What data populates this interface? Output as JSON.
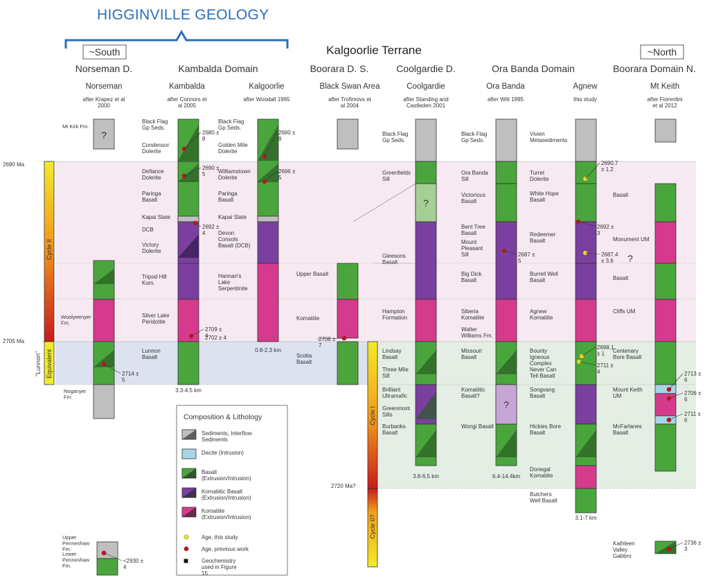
{
  "title": "HIGGINVILLE GEOLOGY",
  "terrane": "Kalgoorlie Terrane",
  "south_tag": "~South",
  "north_tag": "~North",
  "domains": [
    "Norseman D.",
    "Kambalda Domain",
    "Boorara D. S.",
    "Coolgardie D.",
    "Ora Banda Domain",
    "Boorara Domain N."
  ],
  "localities": [
    "Norseman",
    "Kambalda",
    "Kalgoorlie",
    "Black Swan Area",
    "Coolgardie",
    "Ora Banda",
    "Agnew",
    "Mt Keith"
  ],
  "sources": [
    "after Krapez et al 2000",
    "after Connors et al 2005",
    "after Woodall 1965",
    "after Trofimovs et al 2004",
    "after Standing and Castleden 2001",
    "after Witt 1995",
    "this study",
    "after Fiorentini et al 2012"
  ],
  "ages": {
    "a2690": "2690 Ma",
    "a2705": "2705 Ma",
    "a2720": "2720 Ma?"
  },
  "cycles": {
    "cycle2": "Cycle II",
    "lunnon": "\"Lunnon\"",
    "equivalent": "Equivalent",
    "cycle1": "Cycle I",
    "cycle0": "Cycle 0?"
  },
  "norseman_units": [
    "Mt Kirk Fm.",
    "Woolyeenyer Fm.",
    "Noganyer Fm.",
    "Upper Penneshaw Fm.",
    "Lower Penneshaw Fm."
  ],
  "norseman_ages": [
    "2714 ± 5",
    "<2930 ± 4"
  ],
  "kambalda_units": [
    "Black Flag Gp Seds.",
    "Condensor Dolerite",
    "Defiance Dolerite",
    "Paringa Basalt",
    "Kapai Slate",
    "DCB",
    "Victory Dolerite",
    "Tripod Hill Kom.",
    "Silver Lake Peridotite",
    "Lunnon Basalt"
  ],
  "kambalda_ages": [
    "2680 ± 8",
    "2690 ± 5",
    "2692 ± 4",
    "2709 ± 4",
    "2702 ± 4"
  ],
  "kambalda_thickness": "3.3-4.5 km",
  "kalgoorlie_units": [
    "Black Flag Gp Seds.",
    "Golden Mile Dolerite",
    "Williamstown Dolerite",
    "Paringa Basalt",
    "Kapai Slate",
    "Devon Consols Basalt (DCB)",
    "Hannan's Lake Serpentinite"
  ],
  "kalgoorlie_ages": [
    "2680 ± 9",
    "2696 ± 5"
  ],
  "kalgoorlie_thickness": "0.8-2.3 km",
  "blackswan_units": [
    "Upper Basalt",
    "Komatiite",
    "Scotia Basalt"
  ],
  "blackswan_ages": [
    "2708 ± 7"
  ],
  "coolgardie_units": [
    "Black Flag Gp Seds.",
    "Greenfields Sill",
    "Gleesons Basalt",
    "Hampton Formation",
    "Lindsay Basalt",
    "Three Mile Sill",
    "Brilliant Ultramafic",
    "Greenmont Sills",
    "Burbanks Basalt"
  ],
  "coolgardie_thickness": "3.8-6.5 km",
  "orabanda_units": [
    "Black Flag Gp Seds.",
    "Ora Banda Sill",
    "Victorious Basalt",
    "Bent Tree Basalt",
    "Mount Pleasant Sill",
    "Big Dick Basalt",
    "Siberia Komatiite",
    "Walter Williams Fm.",
    "Missouri Basalt",
    "Komatiitic Basalt?",
    "Wongi Basalt"
  ],
  "orabanda_ages": [
    "2687 ± 5"
  ],
  "orabanda_thickness": "6.4-14.4km",
  "agnew_units": [
    "Vivien Metasediments",
    "Turret Dolerite",
    "White Hope Basalt",
    "Redeemer Basalt",
    "Burrell Well Basalt",
    "Agnew Komatiite",
    "Bounty Igneous Complex",
    "Never Can Tell Basalt",
    "Songvang Basalt",
    "Hickies Bore Basalt",
    "Donegal Komatiite",
    "Butchers Well Basalt"
  ],
  "agnew_ages": [
    "2690.7 ± 1.2",
    "2692 ± 3",
    "2687.4 ± 3.6",
    "2698.1 ± 1",
    "2711 ± 4"
  ],
  "agnew_thickness": "3.1-7 km",
  "mtkeith_units": [
    "Basalt",
    "Monument UM",
    "Basalt",
    "Cliffs UM",
    "Centenary Bore Basalt",
    "Mount Keith UM",
    "McFarlanes Basalt",
    "Kathleen Valley Gabbro"
  ],
  "mtkeith_ages": [
    "2713 ± 6",
    "2706 ± 6",
    "2711 ± 6",
    "2736 ± 3"
  ],
  "question": "?",
  "legend": {
    "title": "Composition & Lithology",
    "items": [
      "Sediments, Interflow Sediments",
      "Dacite (Intrusion)",
      "Basalt (Extrusion/Intrusion)",
      "Komatiitic Basalt (Extrusion/Intrusion)",
      "Komatiite (Extrusion/Intrusion)",
      "Age, this study",
      "Age, previous work",
      "Geochemistry used in Figure 15"
    ]
  },
  "colors": {
    "title": "#2a6ebb",
    "sediment": "#bfbfbf",
    "dacite": "#a9d4e6",
    "basalt": "#4aa63c",
    "kom_basalt": "#7b3fa0",
    "komatiite": "#d63a8c",
    "age_this": "#f2e21a",
    "age_prev": "#c0161a",
    "band_cycle2": "#f6e9f1",
    "band_lunnon": "#dde2f1",
    "band_cycle1": "#e4eee4"
  }
}
